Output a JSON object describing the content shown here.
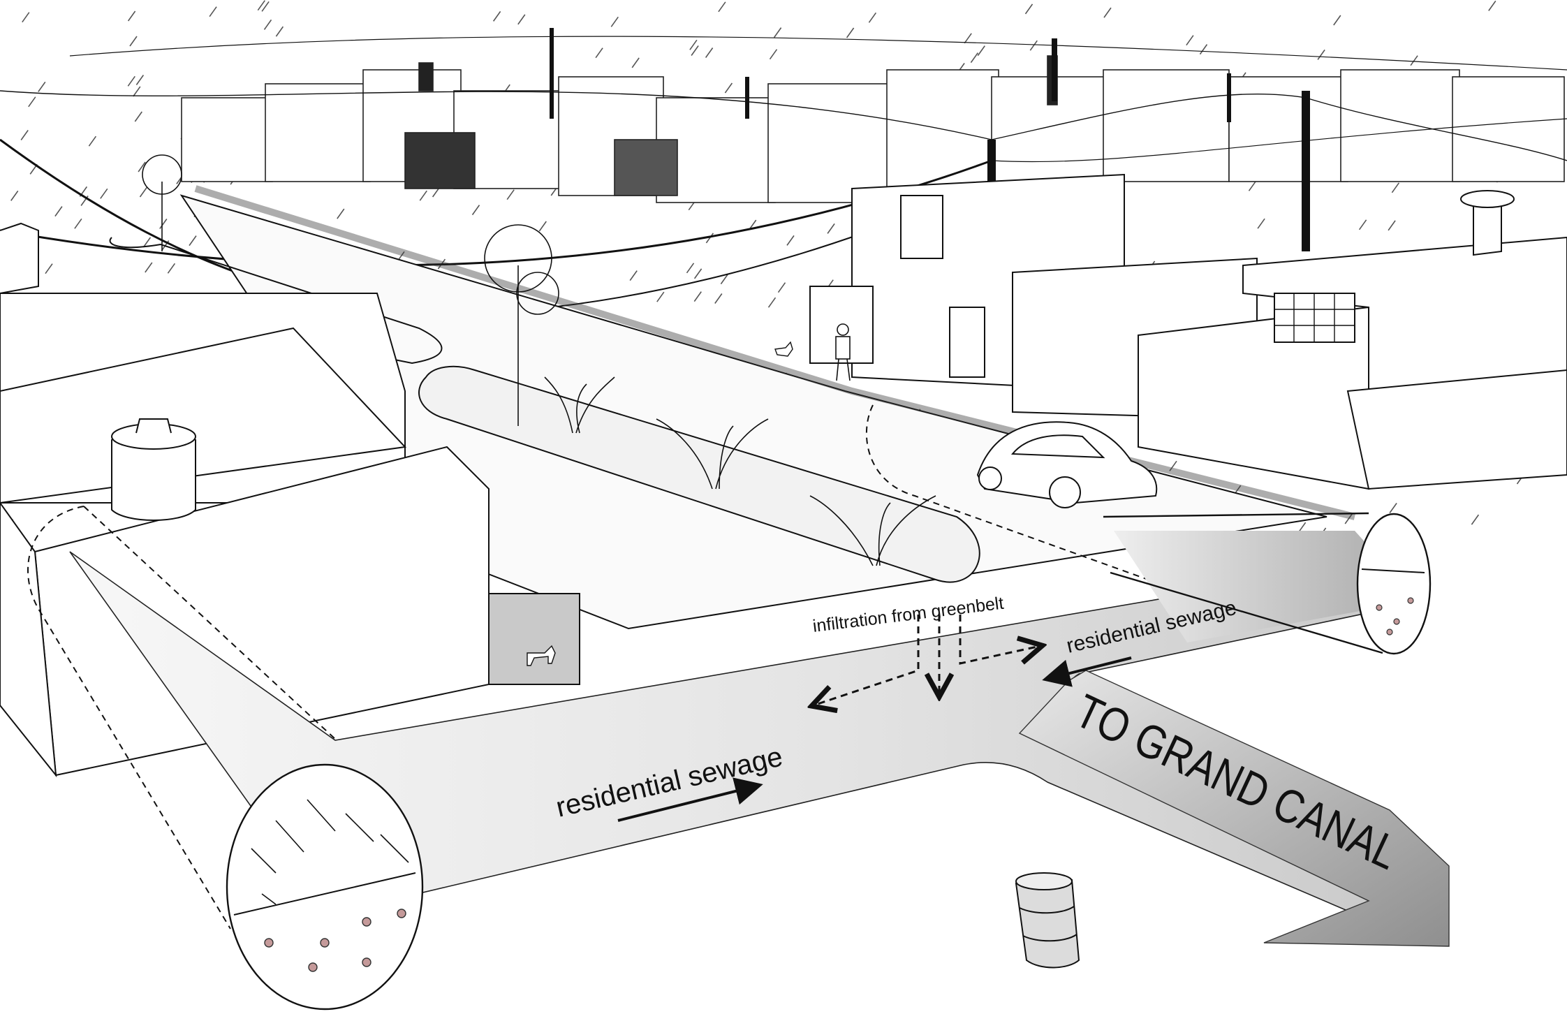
{
  "labels": {
    "infiltration": "infiltration from greenbelt",
    "residential_sewage_right": "residential sewage",
    "residential_sewage_main": "residential sewage",
    "to_grand_canal": "TO GRAND CANAL"
  },
  "colors": {
    "line": "#111111",
    "flow_light": "#ececec",
    "flow_dark": "#9a9a9a",
    "building_fill": "#ffffff",
    "ground": "#f4f4f4"
  }
}
